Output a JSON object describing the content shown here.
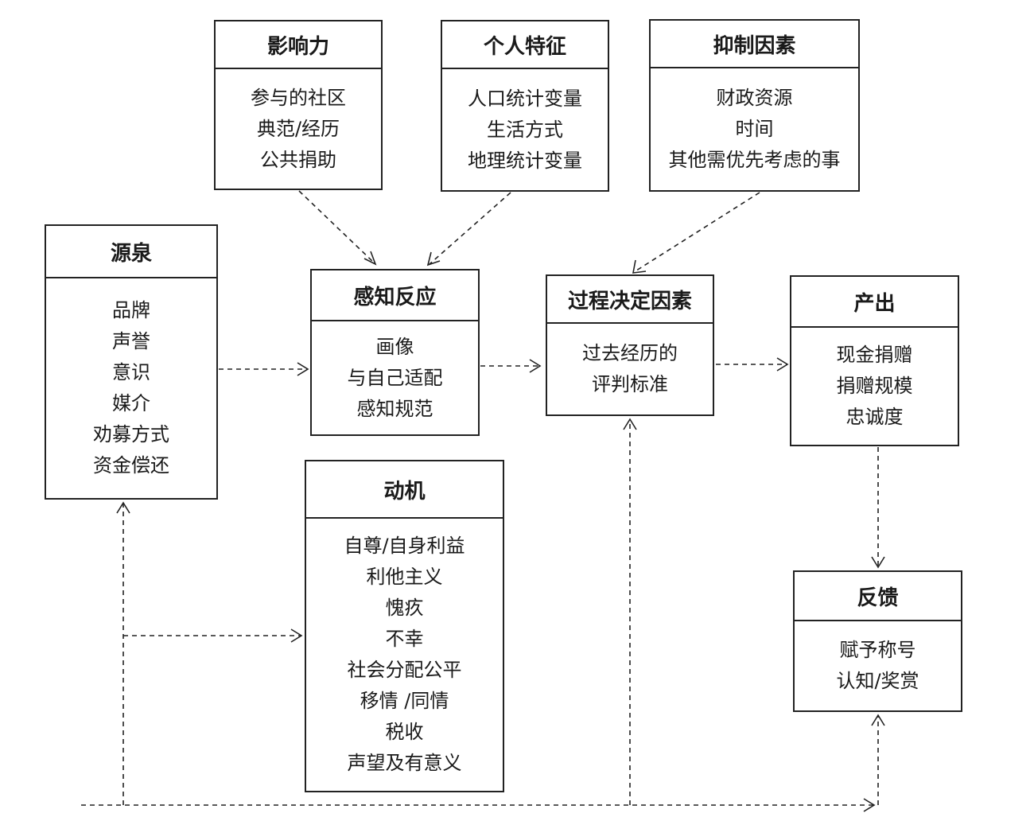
{
  "diagram": {
    "nodes": {
      "influence": {
        "title": "影响力",
        "items": [
          "参与的社区",
          "典范/经历",
          "公共捐助"
        ]
      },
      "personal": {
        "title": "个人特征",
        "items": [
          "人口统计变量",
          "生活方式",
          "地理统计变量"
        ]
      },
      "inhibitors": {
        "title": "抑制因素",
        "items": [
          "财政资源",
          "时间",
          "其他需优先考虑的事"
        ]
      },
      "source": {
        "title": "源泉",
        "items": [
          "品牌",
          "声誉",
          "意识",
          "媒介",
          "劝募方式",
          "资金偿还"
        ]
      },
      "perception": {
        "title": "感知反应",
        "items": [
          "画像",
          "与自己适配",
          "感知规范"
        ]
      },
      "process": {
        "title": "过程决定因素",
        "items": [
          "过去经历的",
          "评判标准"
        ]
      },
      "output": {
        "title": "产出",
        "items": [
          "现金捐赠",
          "捐赠规模",
          "忠诚度"
        ]
      },
      "motivation": {
        "title": "动机",
        "items": [
          "自尊/自身利益",
          "利他主义",
          "愧疚",
          "不幸",
          "社会分配公平",
          "移情 /同情",
          "税收",
          "声望及有意义"
        ]
      },
      "feedback": {
        "title": "反馈",
        "items": [
          "赋予称号",
          "认知/奖赏"
        ]
      }
    },
    "edges": [
      {
        "from": "influence",
        "to": "perception"
      },
      {
        "from": "personal",
        "to": "perception"
      },
      {
        "from": "inhibitors",
        "to": "process"
      },
      {
        "from": "source",
        "to": "perception"
      },
      {
        "from": "perception",
        "to": "process"
      },
      {
        "from": "process",
        "to": "output"
      },
      {
        "from": "output",
        "to": "feedback"
      },
      {
        "from": "feedback-loop",
        "to": "source"
      },
      {
        "from": "feedback-loop",
        "to": "motivation"
      },
      {
        "from": "feedback-loop",
        "to": "process"
      },
      {
        "from": "feedback-loop",
        "to": "feedback"
      }
    ],
    "edge_style": "dashed",
    "line_color": "#222222"
  }
}
